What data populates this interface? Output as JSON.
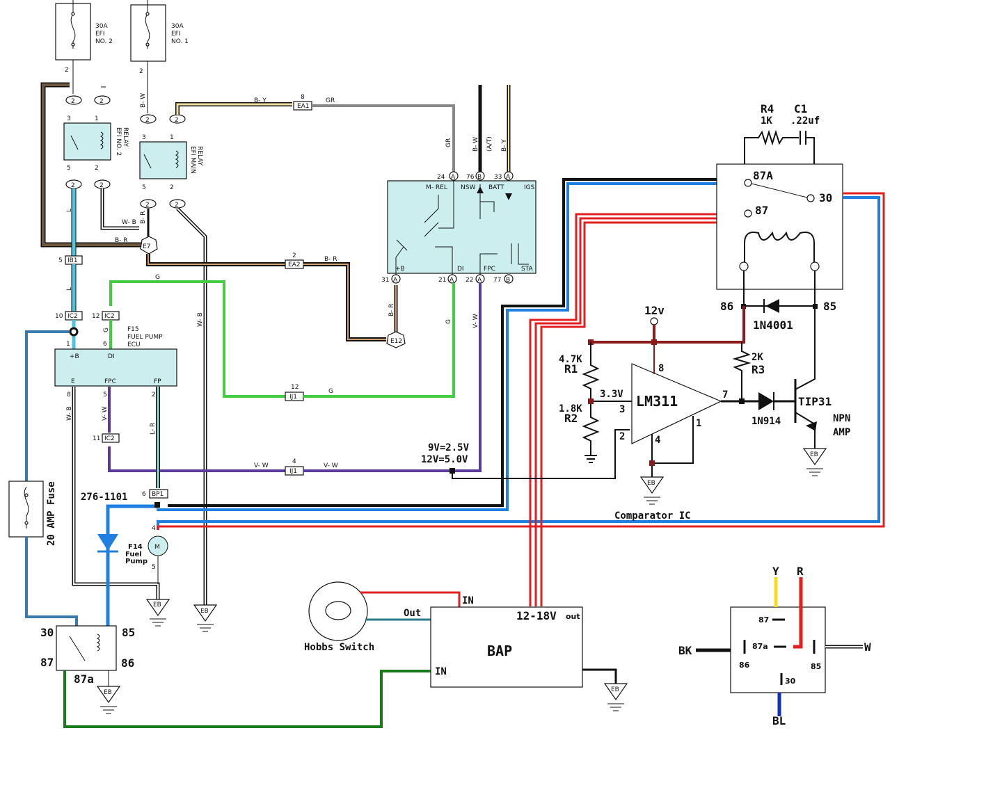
{
  "fuses": [
    {
      "amp": "30A",
      "l1": "EFI",
      "l2": "NO. 2"
    },
    {
      "amp": "30A",
      "l1": "EFI",
      "l2": "NO. 1"
    }
  ],
  "relays": {
    "efi2": [
      "EFI NO. 2",
      "RELAY"
    ],
    "efimain": [
      "EFI MAIN",
      "RELAY"
    ]
  },
  "connectors": {
    "ea1": "EA1",
    "ea2": "EA2",
    "ib1": "IB1",
    "ic2": "IC2",
    "ij1": "IJ1",
    "bp1": "BP1",
    "e7": "E7",
    "e12": "E12"
  },
  "wires": {
    "by": "B- Y",
    "gr": "GR",
    "bw": "B- W",
    "at": "(A/T)",
    "br": "B- R",
    "wb": "W- B",
    "l": "L",
    "g": "G",
    "vw": "V- W",
    "lr": "L- R"
  },
  "pins": {
    "two": "2",
    "one": "1",
    "three": "3",
    "five": "5",
    "six": "6",
    "ten": "10",
    "twelve": "12",
    "eleven": "11",
    "eight": "8",
    "four": "4",
    "twentyfour": "24",
    "seventysix": "76",
    "thirtythree": "33",
    "thirtyone": "31",
    "twentyone": "21",
    "twentytwo": "22",
    "seventyseven": "77",
    "a": "A",
    "b": "B"
  },
  "ecu": {
    "mrel": "M- REL",
    "nsw": "NSW",
    "batt": "BATT",
    "igs": "IGS",
    "pb": "+B",
    "di": "DI",
    "fpc": "FPC",
    "sta": "STA"
  },
  "pump_ecu": {
    "title": [
      "F15",
      "FUEL PUMP",
      "ECU"
    ],
    "pb": "+B",
    "di": "DI",
    "e": "E",
    "fpc": "FPC",
    "fp": "FP"
  },
  "fuel_pump": {
    "m": "M",
    "label": [
      "F14",
      "Fuel",
      "Pump"
    ]
  },
  "ground": "EB",
  "fuse20": "20 AMP Fuse",
  "part_no": "276-1101",
  "volt_map": [
    "9V=2.5V",
    "12V=5.0V"
  ],
  "comparator": {
    "r4": "R4",
    "r4v": "1K",
    "c1": "C1",
    "c1v": ".22uf",
    "p87a": "87A",
    "p30": "30",
    "p87": "87",
    "p86": "86",
    "p85": "85",
    "d1": "1N4001",
    "v12": "12v",
    "r1v": "4.7K",
    "r1": "R1",
    "r2v": "1.8K",
    "r2": "R2",
    "v33": "3.3V",
    "ic": "LM311",
    "pin8": "8",
    "pin3": "3",
    "pin2": "2",
    "pin4": "4",
    "pin7": "7",
    "pin1": "1",
    "r3v": "2K",
    "r3": "R3",
    "d2": "1N914",
    "tip": "TIP31",
    "npn": "NPN",
    "amp": "AMP",
    "caption": "Comparator IC"
  },
  "bottom_relay": {
    "p30": "30",
    "p85": "85",
    "p87": "87",
    "p86": "86",
    "p87a": "87a"
  },
  "hobbs": "Hobbs Switch",
  "bap": {
    "title": "BAP",
    "in_top": "IN",
    "out_left": "Out",
    "out": "12-18V",
    "out_sub": "out",
    "in_bottom": "IN"
  },
  "relay_pinout": {
    "y": "Y",
    "r": "R",
    "bk": "BK",
    "w": "W",
    "bl": "BL",
    "p87": "87",
    "p87a": "87a",
    "p86": "86",
    "p85": "85",
    "p30": "30"
  },
  "colors": {
    "lightblue": "#4fc3dc",
    "green": "#44cc44",
    "purple": "#5a3a9a",
    "gray": "#888888",
    "red": "#e02020",
    "blue": "#2080e0",
    "darkred": "#8b1a1a",
    "darkgreen": "#1a7a1a",
    "steel": "#3a7aaa",
    "ecufill": "#cdeeee",
    "yellow": "#f2e020",
    "navy": "#1030c0"
  }
}
